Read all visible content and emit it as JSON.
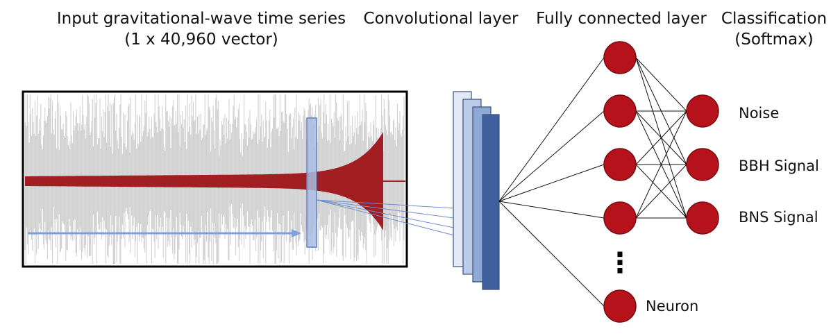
{
  "headings": {
    "input_line1": "Input gravitational-wave time series",
    "input_line2": "(1 x 40,960 vector)",
    "conv": "Convolutional layer",
    "fc": "Fully connected layer",
    "class_line1": "Classification",
    "class_line2": "(Softmax)"
  },
  "outputs": [
    "Noise",
    "BBH Signal",
    "BNS Signal"
  ],
  "neuron_label": "Neuron",
  "ellipsis": "⋮",
  "colors": {
    "neuron": "#b5121b",
    "neuron_stroke": "#7a0c12",
    "noise": "#c9c9c9",
    "chirp": "#a11e22",
    "window": "#a9bce0",
    "window_stroke": "#5f7fc0",
    "arrow": "#7f9fda",
    "conv_filters": [
      "#e3e9f6",
      "#bccbea",
      "#8ea8d8",
      "#3f5f9e"
    ]
  }
}
